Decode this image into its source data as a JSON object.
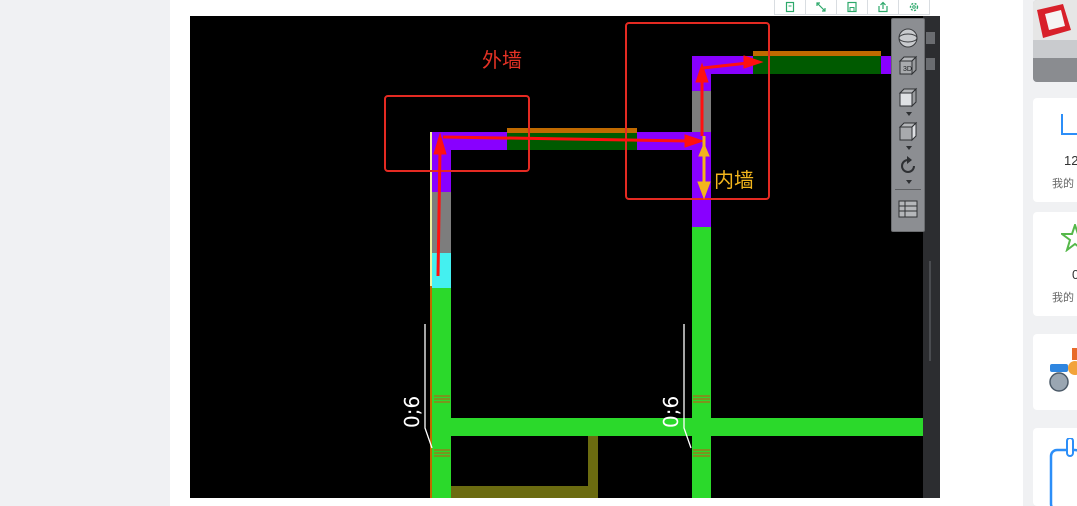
{
  "toolbar": {
    "icons": [
      "copy-icon",
      "fullscreen-icon",
      "save-icon",
      "share-icon",
      "settings-icon"
    ]
  },
  "cad": {
    "label_exterior": "外墙",
    "label_interior": "内墙",
    "dim_left": "0;6",
    "dim_right": "0;6",
    "viewcube_3d": "3D"
  },
  "colors": {
    "exterior_label": "#e53225",
    "interior_label": "#f2b51c",
    "wall_green": "#2bd92b",
    "wall_purple": "#8800ff",
    "wall_dark_green": "#005a00",
    "wall_orange": "#c06a00",
    "cyan": "#44f0f0",
    "highlight_box": "#e52a22"
  },
  "sidebar": {
    "stats": [
      {
        "value": "12",
        "label": "我的"
      },
      {
        "value": "0",
        "label": "我的"
      }
    ]
  }
}
